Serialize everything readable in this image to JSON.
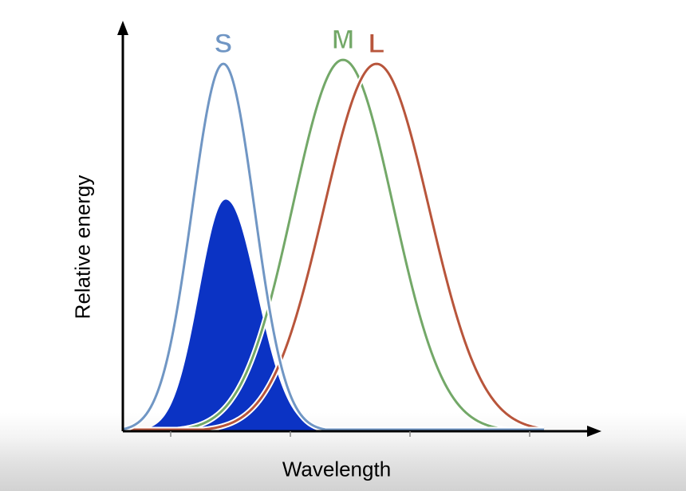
{
  "chart_data": {
    "type": "line",
    "xlabel": "Wavelength",
    "ylabel": "Relative energy",
    "xlim": [
      0,
      100
    ],
    "ylim": [
      0,
      1
    ],
    "x_ticks": [
      10,
      35,
      60,
      85
    ],
    "grid": false,
    "series": [
      {
        "name": "S",
        "color": "#7096c4",
        "peak_x": 21,
        "peak_y": 0.92,
        "width": 6.5
      },
      {
        "name": "M",
        "color": "#73a868",
        "peak_x": 46,
        "peak_y": 0.93,
        "width": 10.5
      },
      {
        "name": "L",
        "color": "#b8553b",
        "peak_x": 53,
        "peak_y": 0.92,
        "width": 11
      }
    ],
    "filled_curve": {
      "color": "#0b33c4",
      "peak_x": 21.5,
      "peak_y": 0.58,
      "width_left": 5.5,
      "width_right": 6.5
    }
  }
}
